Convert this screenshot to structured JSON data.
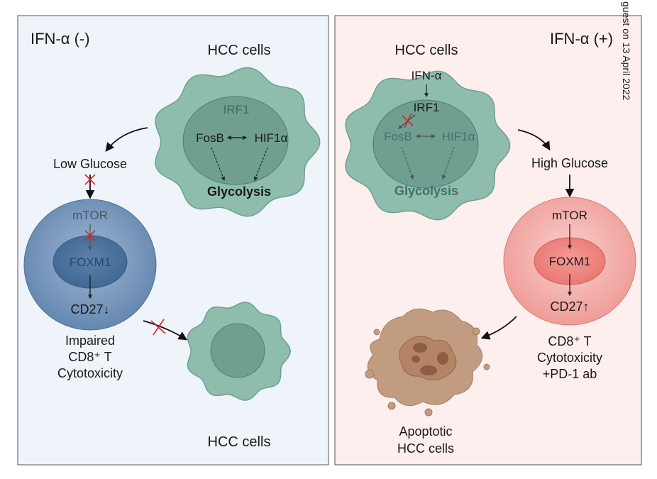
{
  "left_panel": {
    "condition_label": "IFN-α (-)",
    "hcc_cell_label": "HCC cells",
    "irf1": "IRF1",
    "fosb": "FosB",
    "hif1a": "HIF1α",
    "glycolysis": "Glycolysis",
    "glucose_label": "Low Glucose",
    "mtor": "mTOR",
    "foxm1": "FOXM1",
    "cd27": "CD27↓",
    "outcome_lines": [
      "Impaired",
      "CD8⁺ T",
      "Cytotoxicity"
    ],
    "target_cell_label": "HCC cells"
  },
  "right_panel": {
    "condition_label": "IFN-α (+)",
    "hcc_cell_label": "HCC cells",
    "ifna": "IFN-α",
    "irf1": "IRF1",
    "fosb": "FosB",
    "hif1a": "HIF1α",
    "glycolysis": "Glycolysis",
    "glucose_label": "High Glucose",
    "mtor": "mTOR",
    "foxm1": "FOXM1",
    "cd27": "CD27↑",
    "outcome_lines": [
      "CD8⁺ T",
      "Cytotoxicity",
      "+PD-1 ab"
    ],
    "apoptotic_lines": [
      "Apoptotic",
      "HCC cells"
    ]
  },
  "watermark": "guest on 13 April 2022",
  "colors": {
    "left_bg": "#eef4f9",
    "right_bg": "#fcefee",
    "hcc_cell": "#8ebdae",
    "hcc_nucleus": "#6f9f90",
    "tcell_left_outer": "#6c8eb6",
    "tcell_left_inner": "#48709a",
    "tcell_right_outer": "#f1a09c",
    "tcell_right_inner": "#ea7e79",
    "apoptotic": "#c29c81",
    "inhibit_mark": "#e0201d"
  }
}
